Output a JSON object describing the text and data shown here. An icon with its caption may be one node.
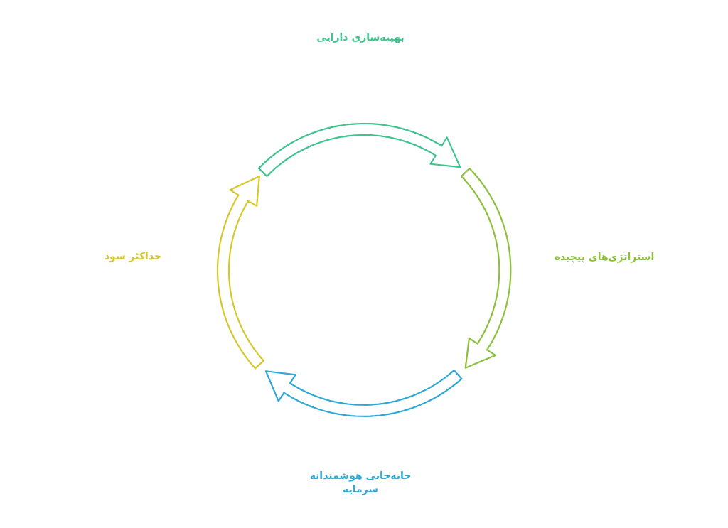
{
  "diagram": {
    "nodes": [
      {
        "text": [],
        "shape": "arrow"
      },
      {
        "text": [],
        "shape": "arrow"
      },
      {
        "text": [],
        "shape": "arrow"
      },
      {
        "text": [],
        "shape": "arrow"
      }
    ],
    "labels": [
      "بهینه‌سازی دارایی",
      "استراتژی‌های پیچیده",
      "جابه‌جایی هوشمندانه سرمایه",
      "حداکثر سود"
    ]
  }
}
